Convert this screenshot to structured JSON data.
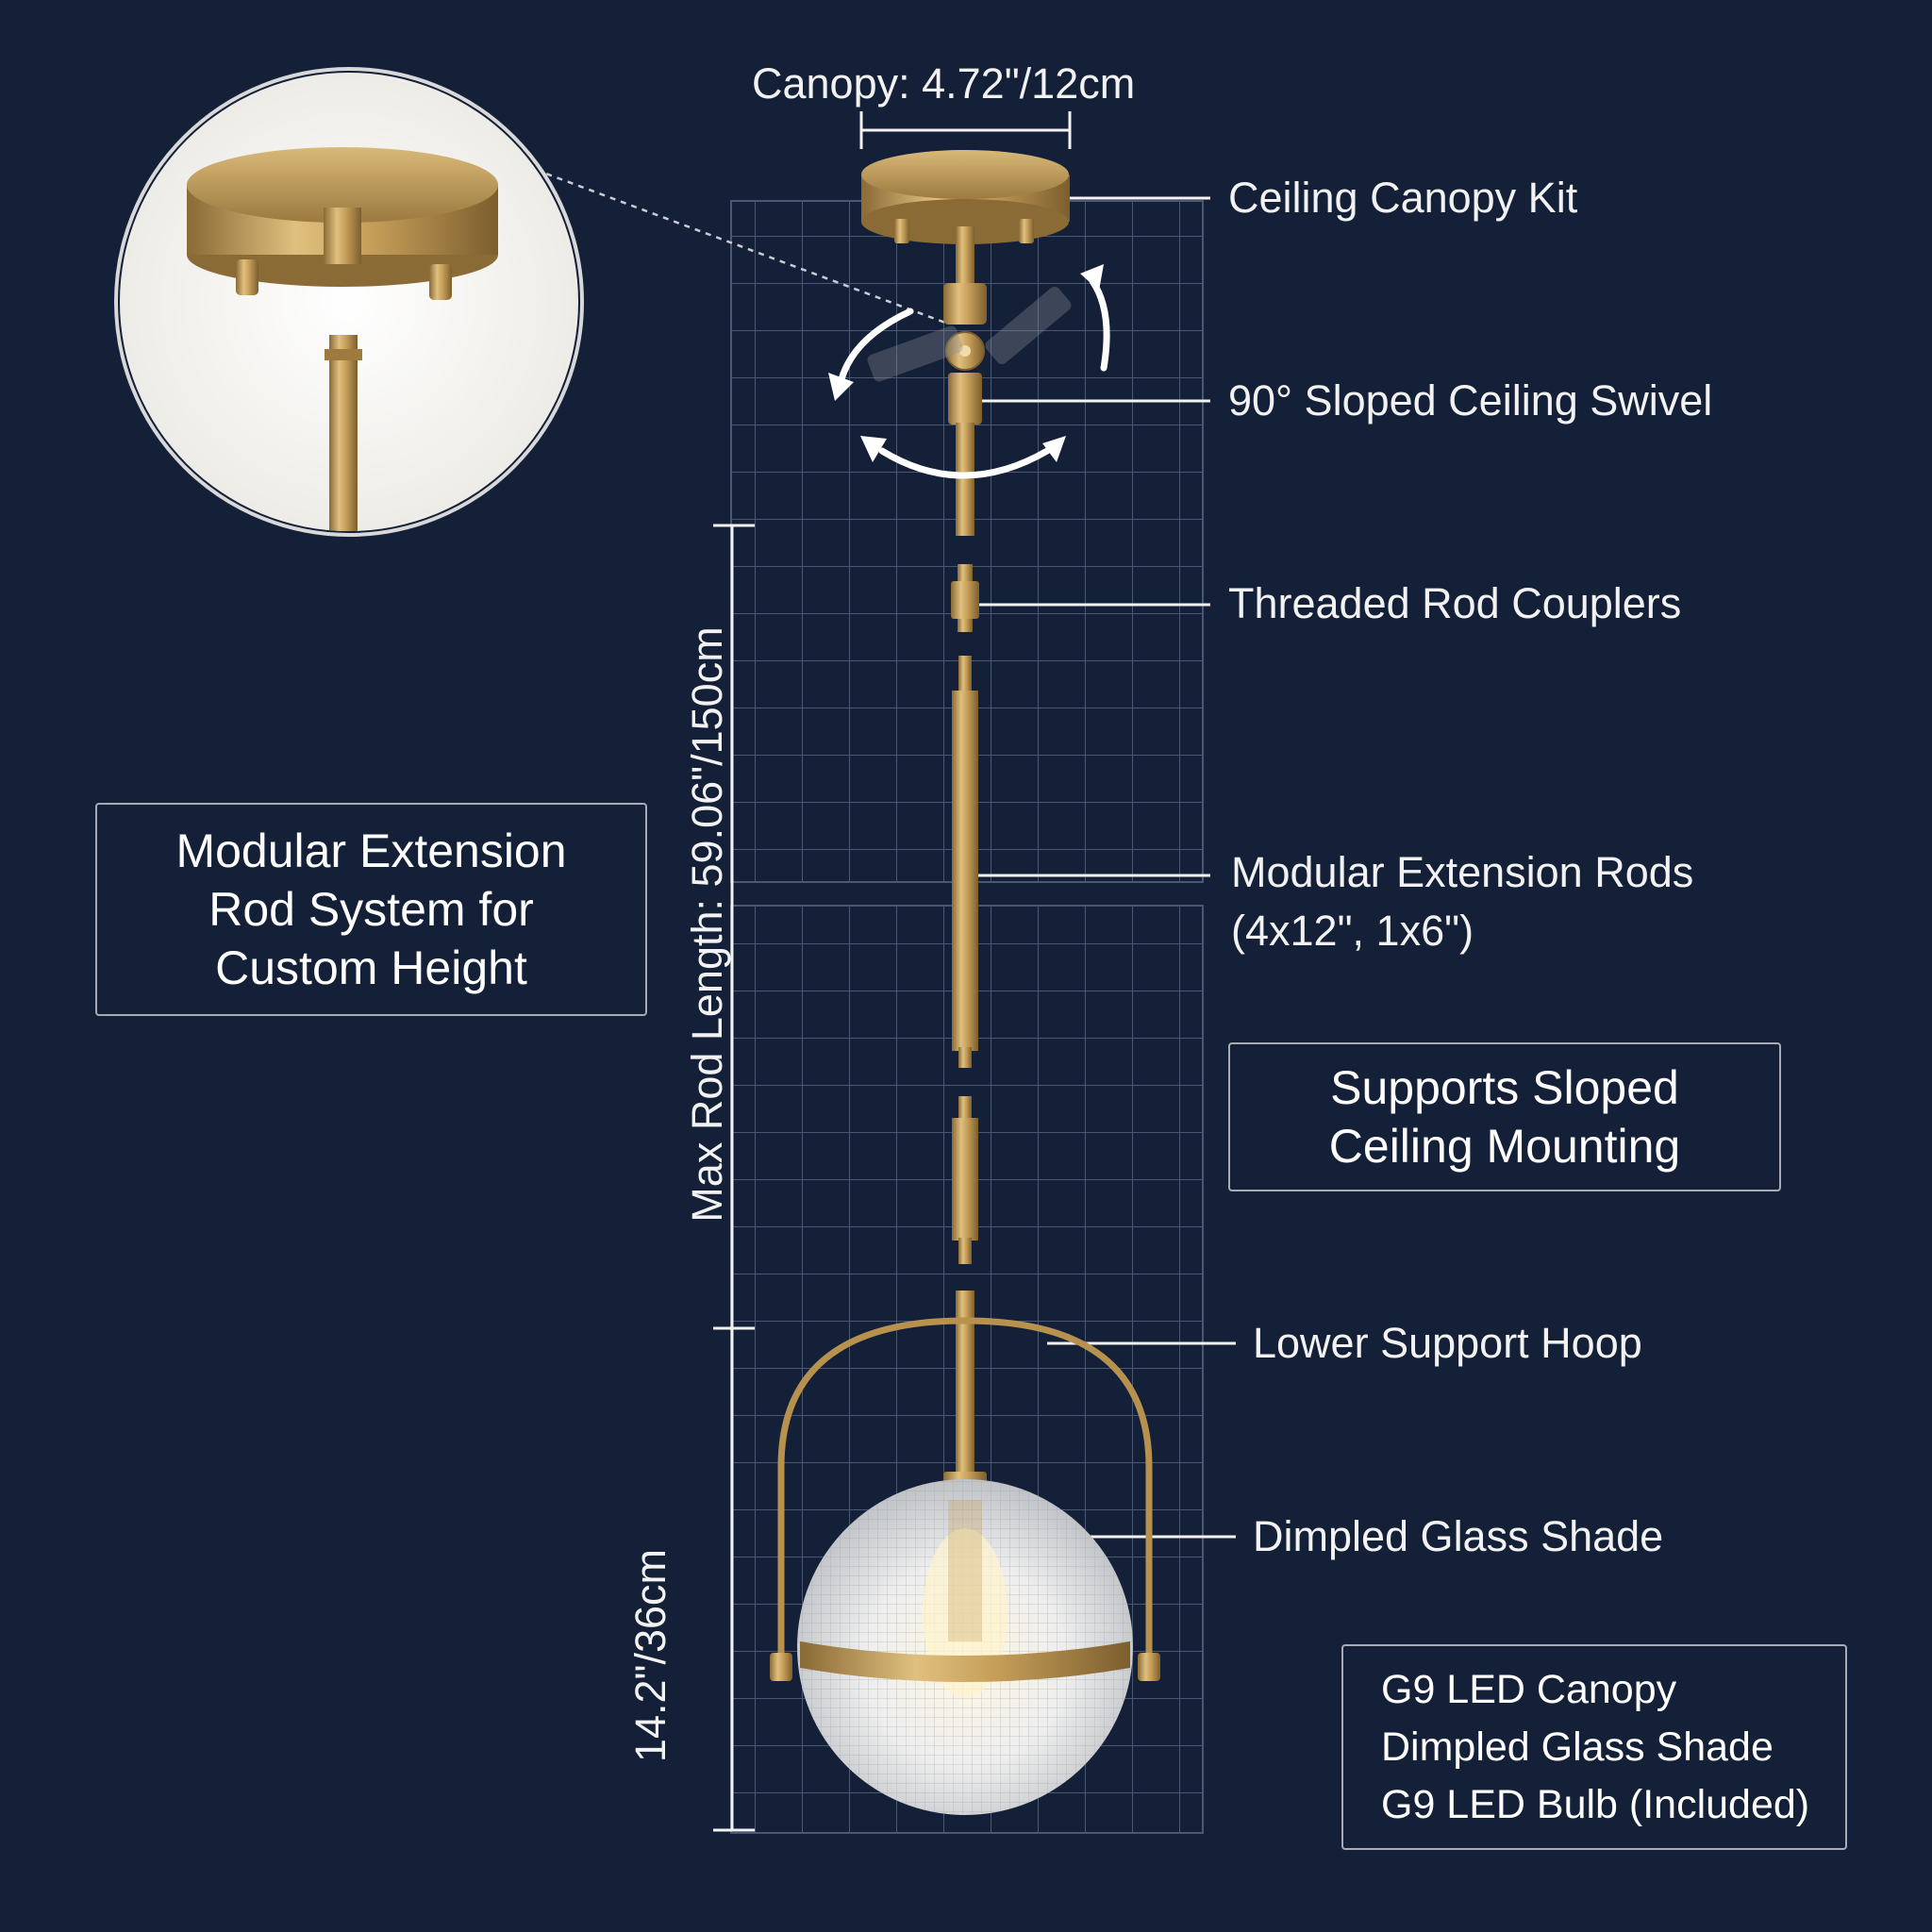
{
  "dimensions": {
    "canopy": "Canopy: 4.72\"/12cm",
    "max_rod_length": "Max Rod Length: 59.06\"/150cm",
    "shade_height": "14.2\"/36cm"
  },
  "callouts": {
    "ceiling_canopy_kit": "Ceiling Canopy Kit",
    "sloped_ceiling_swivel": "90° Sloped Ceiling Swivel",
    "threaded_rod_couplers": "Threaded Rod Couplers",
    "modular_extension_rods_line1": "Modular Extension Rods",
    "modular_extension_rods_line2": "(4x12\", 1x6\")",
    "lower_support_hoop": "Lower Support Hoop",
    "dimpled_glass_shade": "Dimpled Glass Shade"
  },
  "feature_boxes": {
    "modular": [
      "Modular Extension",
      "Rod System for",
      "Custom Height"
    ],
    "sloped": [
      "Supports Sloped",
      "Ceiling Mounting"
    ]
  },
  "included_items": [
    "G9 LED Canopy",
    "Dimpled Glass Shade",
    "G9 LED Bulb (Included)"
  ],
  "colors": {
    "background": "#141f38",
    "brass": "#b8914f",
    "grid": "#4a5775",
    "text": "#f2f2f2"
  }
}
